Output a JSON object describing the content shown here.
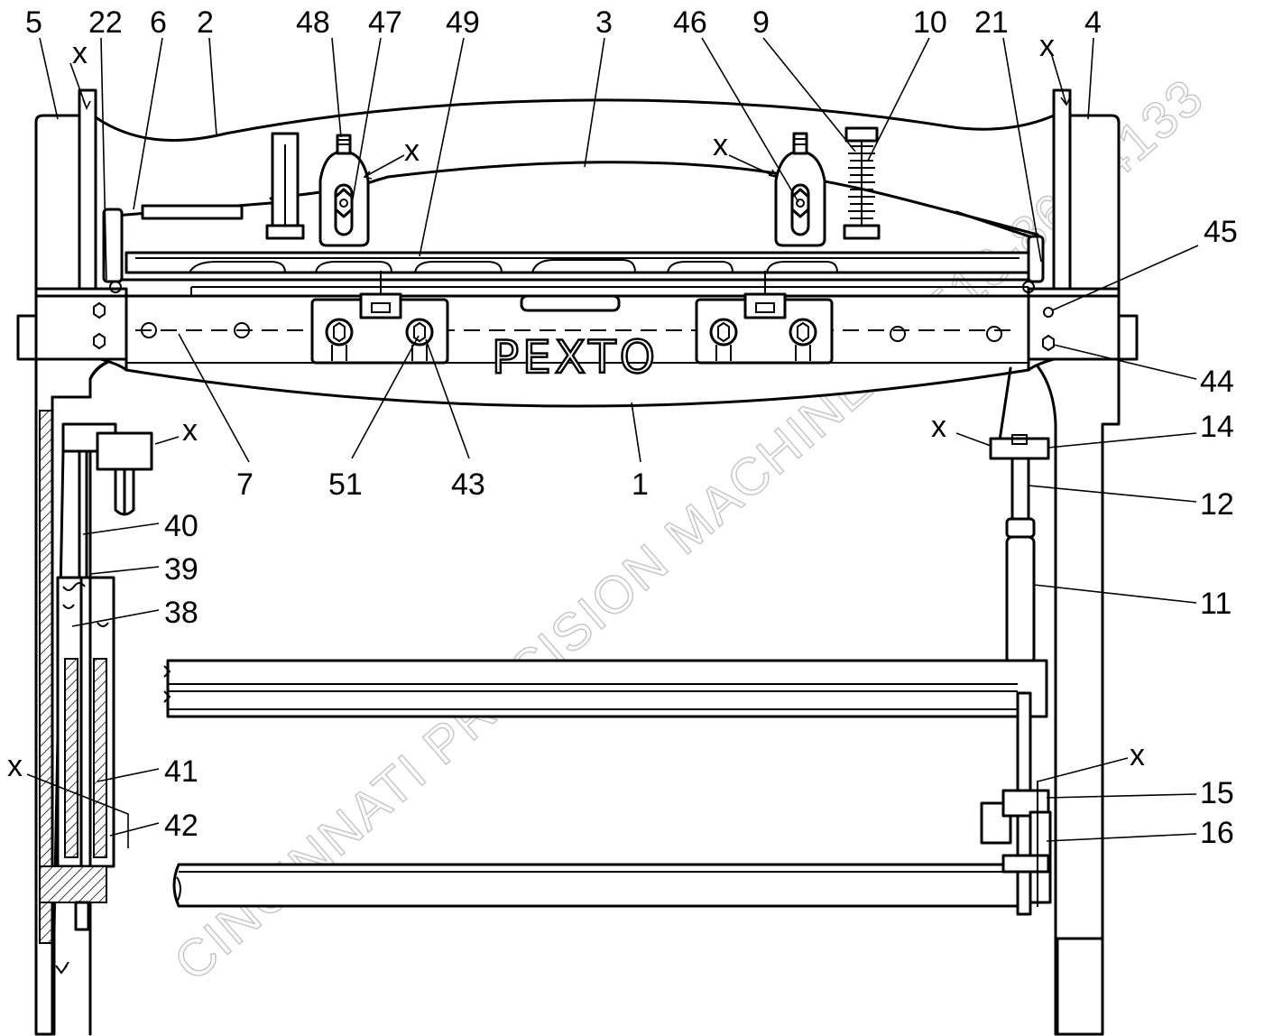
{
  "brand_plate": "PEXTO",
  "watermark": "CINCINNATI PRECISION MACHINERY 513-860-4133",
  "callouts": [
    {
      "id": "c5",
      "text": "5"
    },
    {
      "id": "c22",
      "text": "22"
    },
    {
      "id": "c6",
      "text": "6"
    },
    {
      "id": "c2",
      "text": "2"
    },
    {
      "id": "c48",
      "text": "48"
    },
    {
      "id": "c47",
      "text": "47"
    },
    {
      "id": "c49",
      "text": "49"
    },
    {
      "id": "c3",
      "text": "3"
    },
    {
      "id": "c46",
      "text": "46"
    },
    {
      "id": "c9",
      "text": "9"
    },
    {
      "id": "c10",
      "text": "10"
    },
    {
      "id": "c21",
      "text": "21"
    },
    {
      "id": "c4",
      "text": "4"
    },
    {
      "id": "c45",
      "text": "45"
    },
    {
      "id": "c44",
      "text": "44"
    },
    {
      "id": "c14",
      "text": "14"
    },
    {
      "id": "c12",
      "text": "12"
    },
    {
      "id": "c11",
      "text": "11"
    },
    {
      "id": "c7",
      "text": "7"
    },
    {
      "id": "c51",
      "text": "51"
    },
    {
      "id": "c43",
      "text": "43"
    },
    {
      "id": "c1",
      "text": "1"
    },
    {
      "id": "c40",
      "text": "40"
    },
    {
      "id": "c39",
      "text": "39"
    },
    {
      "id": "c38",
      "text": "38"
    },
    {
      "id": "c41",
      "text": "41"
    },
    {
      "id": "c42",
      "text": "42"
    },
    {
      "id": "c15",
      "text": "15"
    },
    {
      "id": "c16",
      "text": "16"
    }
  ],
  "lube_marks": [
    {
      "id": "x1",
      "text": "x"
    },
    {
      "id": "x2",
      "text": "x"
    },
    {
      "id": "x3",
      "text": "x"
    },
    {
      "id": "x4",
      "text": "x"
    },
    {
      "id": "x5",
      "text": "x"
    },
    {
      "id": "x6",
      "text": "x"
    },
    {
      "id": "x7",
      "text": "x"
    },
    {
      "id": "x8",
      "text": "x"
    }
  ]
}
